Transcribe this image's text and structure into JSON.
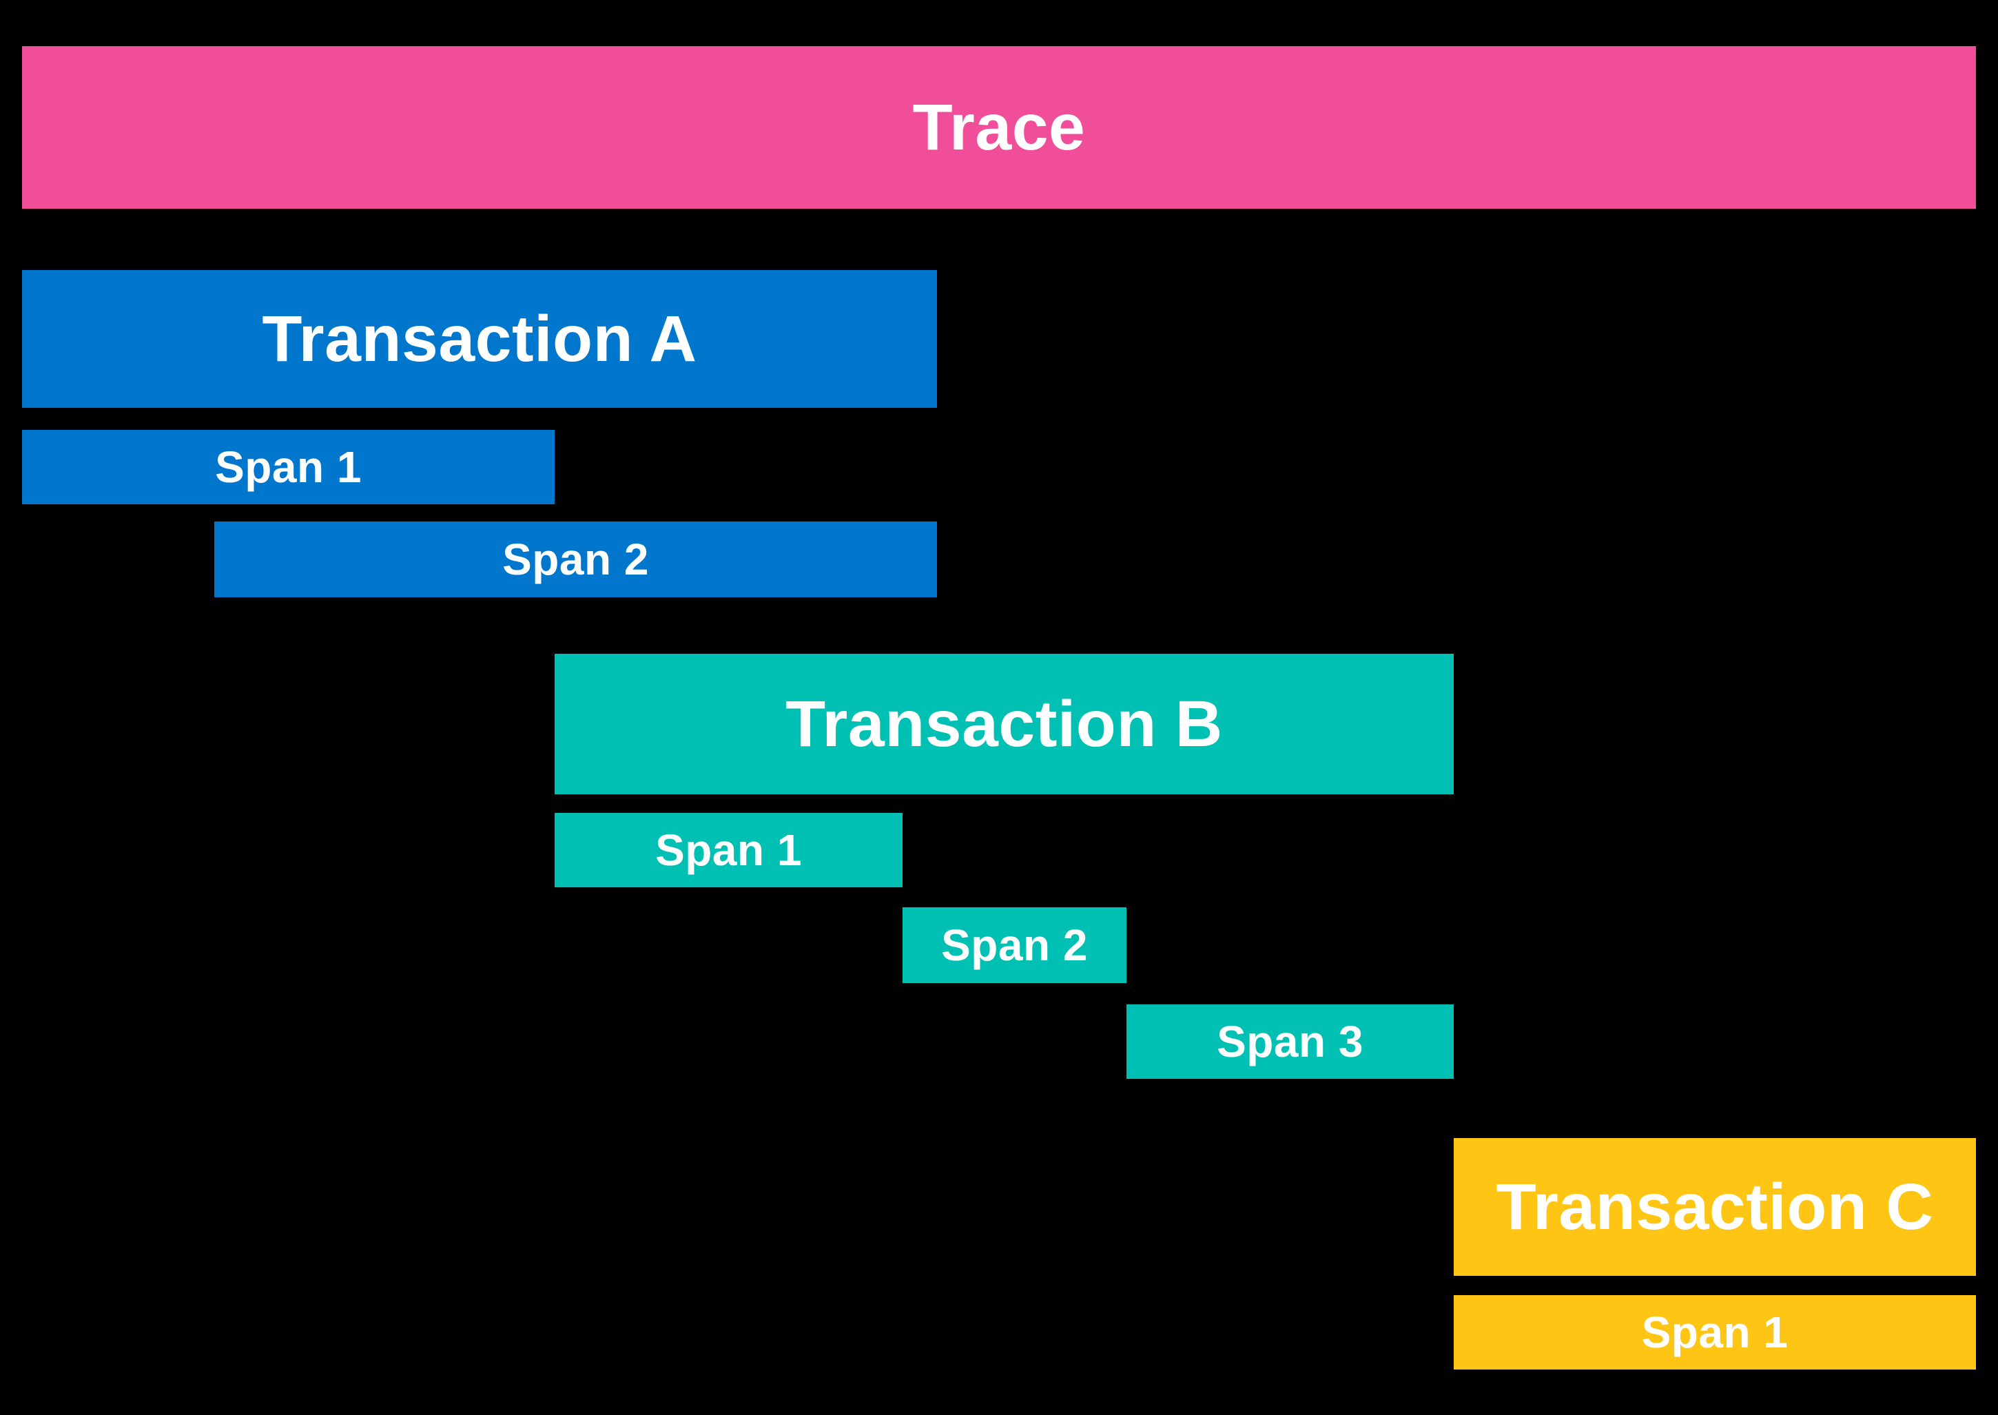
{
  "diagram": {
    "background_color": "#000000",
    "text_color": "#FFFFFF",
    "trace": {
      "label": "Trace",
      "color": "#F04E98"
    },
    "transactions": [
      {
        "label": "Transaction A",
        "color": "#0077CC",
        "spans": [
          {
            "label": "Span 1"
          },
          {
            "label": "Span 2"
          }
        ]
      },
      {
        "label": "Transaction B",
        "color": "#00BFB3",
        "spans": [
          {
            "label": "Span 1"
          },
          {
            "label": "Span 2"
          },
          {
            "label": "Span 3"
          }
        ]
      },
      {
        "label": "Transaction C",
        "color": "#FEC514",
        "spans": [
          {
            "label": "Span 1"
          }
        ]
      }
    ]
  }
}
